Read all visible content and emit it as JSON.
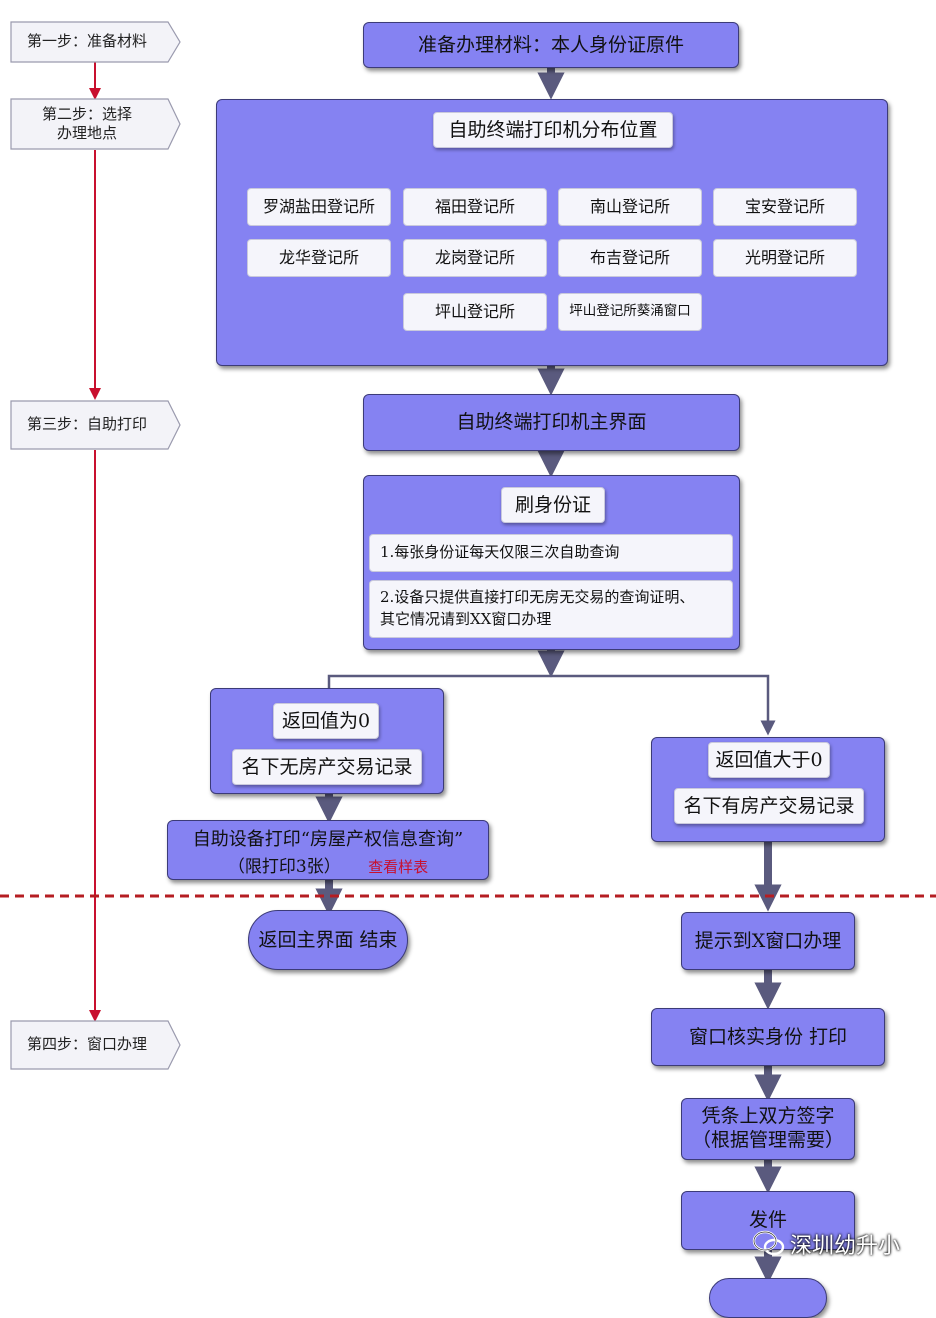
{
  "steps": [
    {
      "label": "第一步：准备材料"
    },
    {
      "label": "第二步：选择\n办理地点"
    },
    {
      "label": "第三步：自助打印"
    },
    {
      "label": "第四步：窗口办理"
    }
  ],
  "prepare": "准备办理材料：本人身份证原件",
  "locations_panel": {
    "title": "自助终端打印机分布位置",
    "items": [
      "罗湖盐田登记所",
      "福田登记所",
      "南山登记所",
      "宝安登记所",
      "龙华登记所",
      "龙岗登记所",
      "布吉登记所",
      "光明登记所",
      "坪山登记所",
      "坪山登记所葵涌窗口"
    ]
  },
  "main_ui": "自助终端打印机主界面",
  "swipe_panel": {
    "title": "刷身份证",
    "notes": [
      "1.每张身份证每天仅限三次自助查询",
      "2.设备只提供直接打印无房无交易的查询证明、\n其它情况请到XX窗口办理"
    ]
  },
  "left_branch": {
    "title": "返回值为0",
    "sub": "名下无房产交易记录",
    "print_line1": "自助设备打印“房屋产权信息查询”",
    "print_line2": "（限打印3张）",
    "sample_link": "查看样表",
    "end": "返回主界面 结束"
  },
  "right_branch": {
    "title": "返回值大于0",
    "sub": "名下有房产交易记录",
    "hint": "提示到X窗口办理",
    "verify": "窗口核实身份 打印",
    "sign": "凭条上双方签字\n（根据管理需要）",
    "issue": "发件"
  },
  "watermark": "深圳幼升小",
  "colors": {
    "box_fill": "#8582f2",
    "arrow": "#5a5a7e",
    "step_arrow": "#c8102e",
    "dashed_line": "#b51d22"
  }
}
